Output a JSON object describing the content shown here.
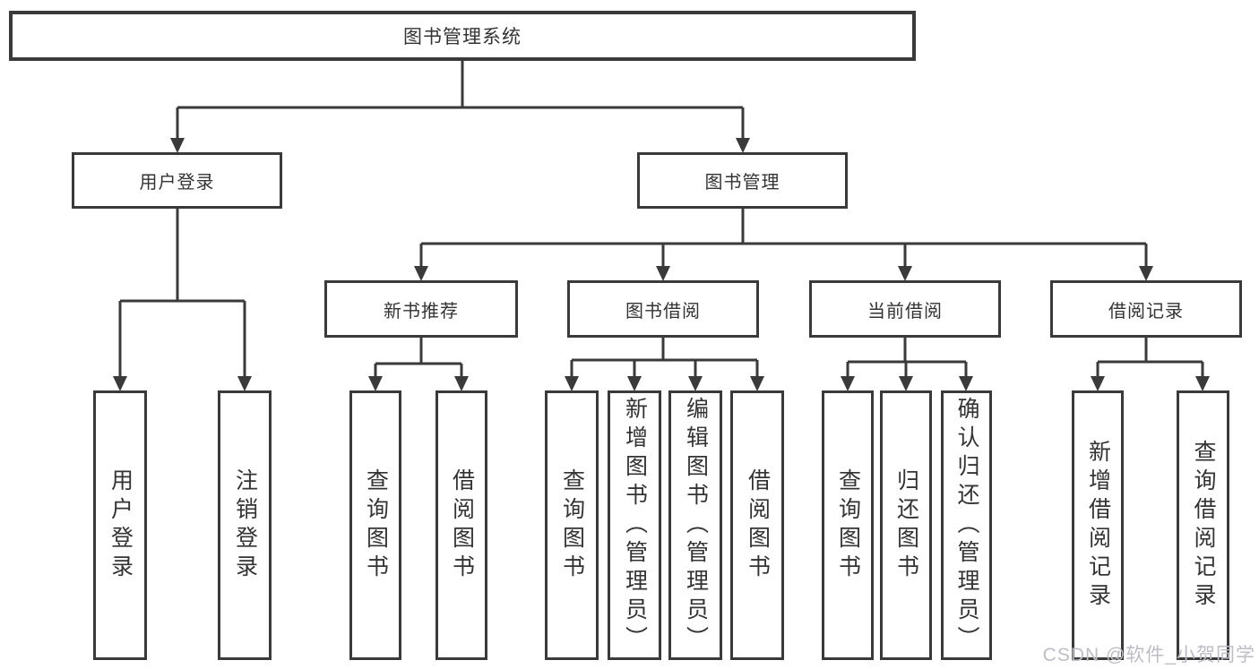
{
  "diagram": {
    "root": {
      "label": "图书管理系统"
    },
    "level2": [
      {
        "label": "用户登录"
      },
      {
        "label": "图书管理"
      }
    ],
    "level3": [
      {
        "label": "新书推荐"
      },
      {
        "label": "图书借阅"
      },
      {
        "label": "当前借阅"
      },
      {
        "label": "借阅记录"
      }
    ],
    "leaves": [
      {
        "label": "用户登录"
      },
      {
        "label": "注销登录"
      },
      {
        "label": "查询图书"
      },
      {
        "label": "借阅图书"
      },
      {
        "label": "查询图书"
      },
      {
        "label": "新增图书（管理员）"
      },
      {
        "label": "编辑图书（管理员）"
      },
      {
        "label": "借阅图书"
      },
      {
        "label": "查询图书"
      },
      {
        "label": "归还图书"
      },
      {
        "label": "确认归还（管理员）"
      },
      {
        "label": "新增借阅记录"
      },
      {
        "label": "查询借阅记录"
      }
    ]
  },
  "watermark": "CSDN @软件_小贺同学",
  "colors": {
    "line": "#3a3a3a",
    "box_border": "#3a3a3a",
    "box_fill": "#ffffff",
    "text": "#333333",
    "watermark": "#bdbdc6"
  }
}
